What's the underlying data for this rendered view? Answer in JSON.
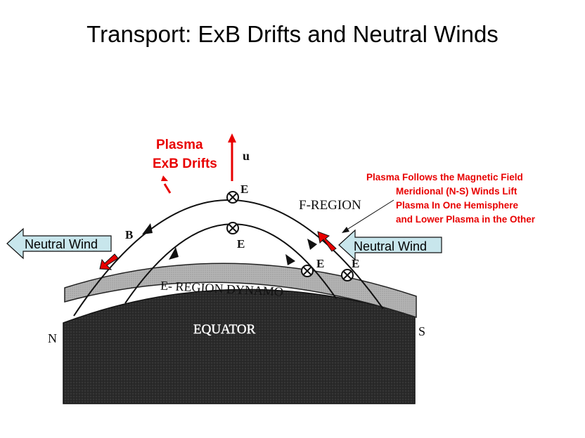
{
  "title": "Transport: ExB Drifts and Neutral Winds",
  "labels": {
    "plasma_line1": "Plasma",
    "plasma_line2": "ExB Drifts",
    "u": "u",
    "e_top": "E",
    "e_inner": "E",
    "e_right1": "E",
    "e_right2": "E",
    "b": "B",
    "f_region": "F-REGION",
    "e_region": "E- REGION DYNAMO",
    "equator": "EQUATOR",
    "north": "N",
    "south": "S"
  },
  "neutral_wind_left": "Neutral Wind",
  "neutral_wind_right": "Neutral Wind",
  "annotation": {
    "heading": "Plasma Follows the Magnetic Field",
    "line1": "Meridional (N-S) Winds Lift",
    "line2": "Plasma In One Hemisphere",
    "line3": "and Lower Plasma in the Other"
  },
  "colors": {
    "red": "#e80000",
    "wind_arrow_fill": "#c8e6ec",
    "earth": "#2a2a2a",
    "e_layer": "#a8a8a8"
  }
}
